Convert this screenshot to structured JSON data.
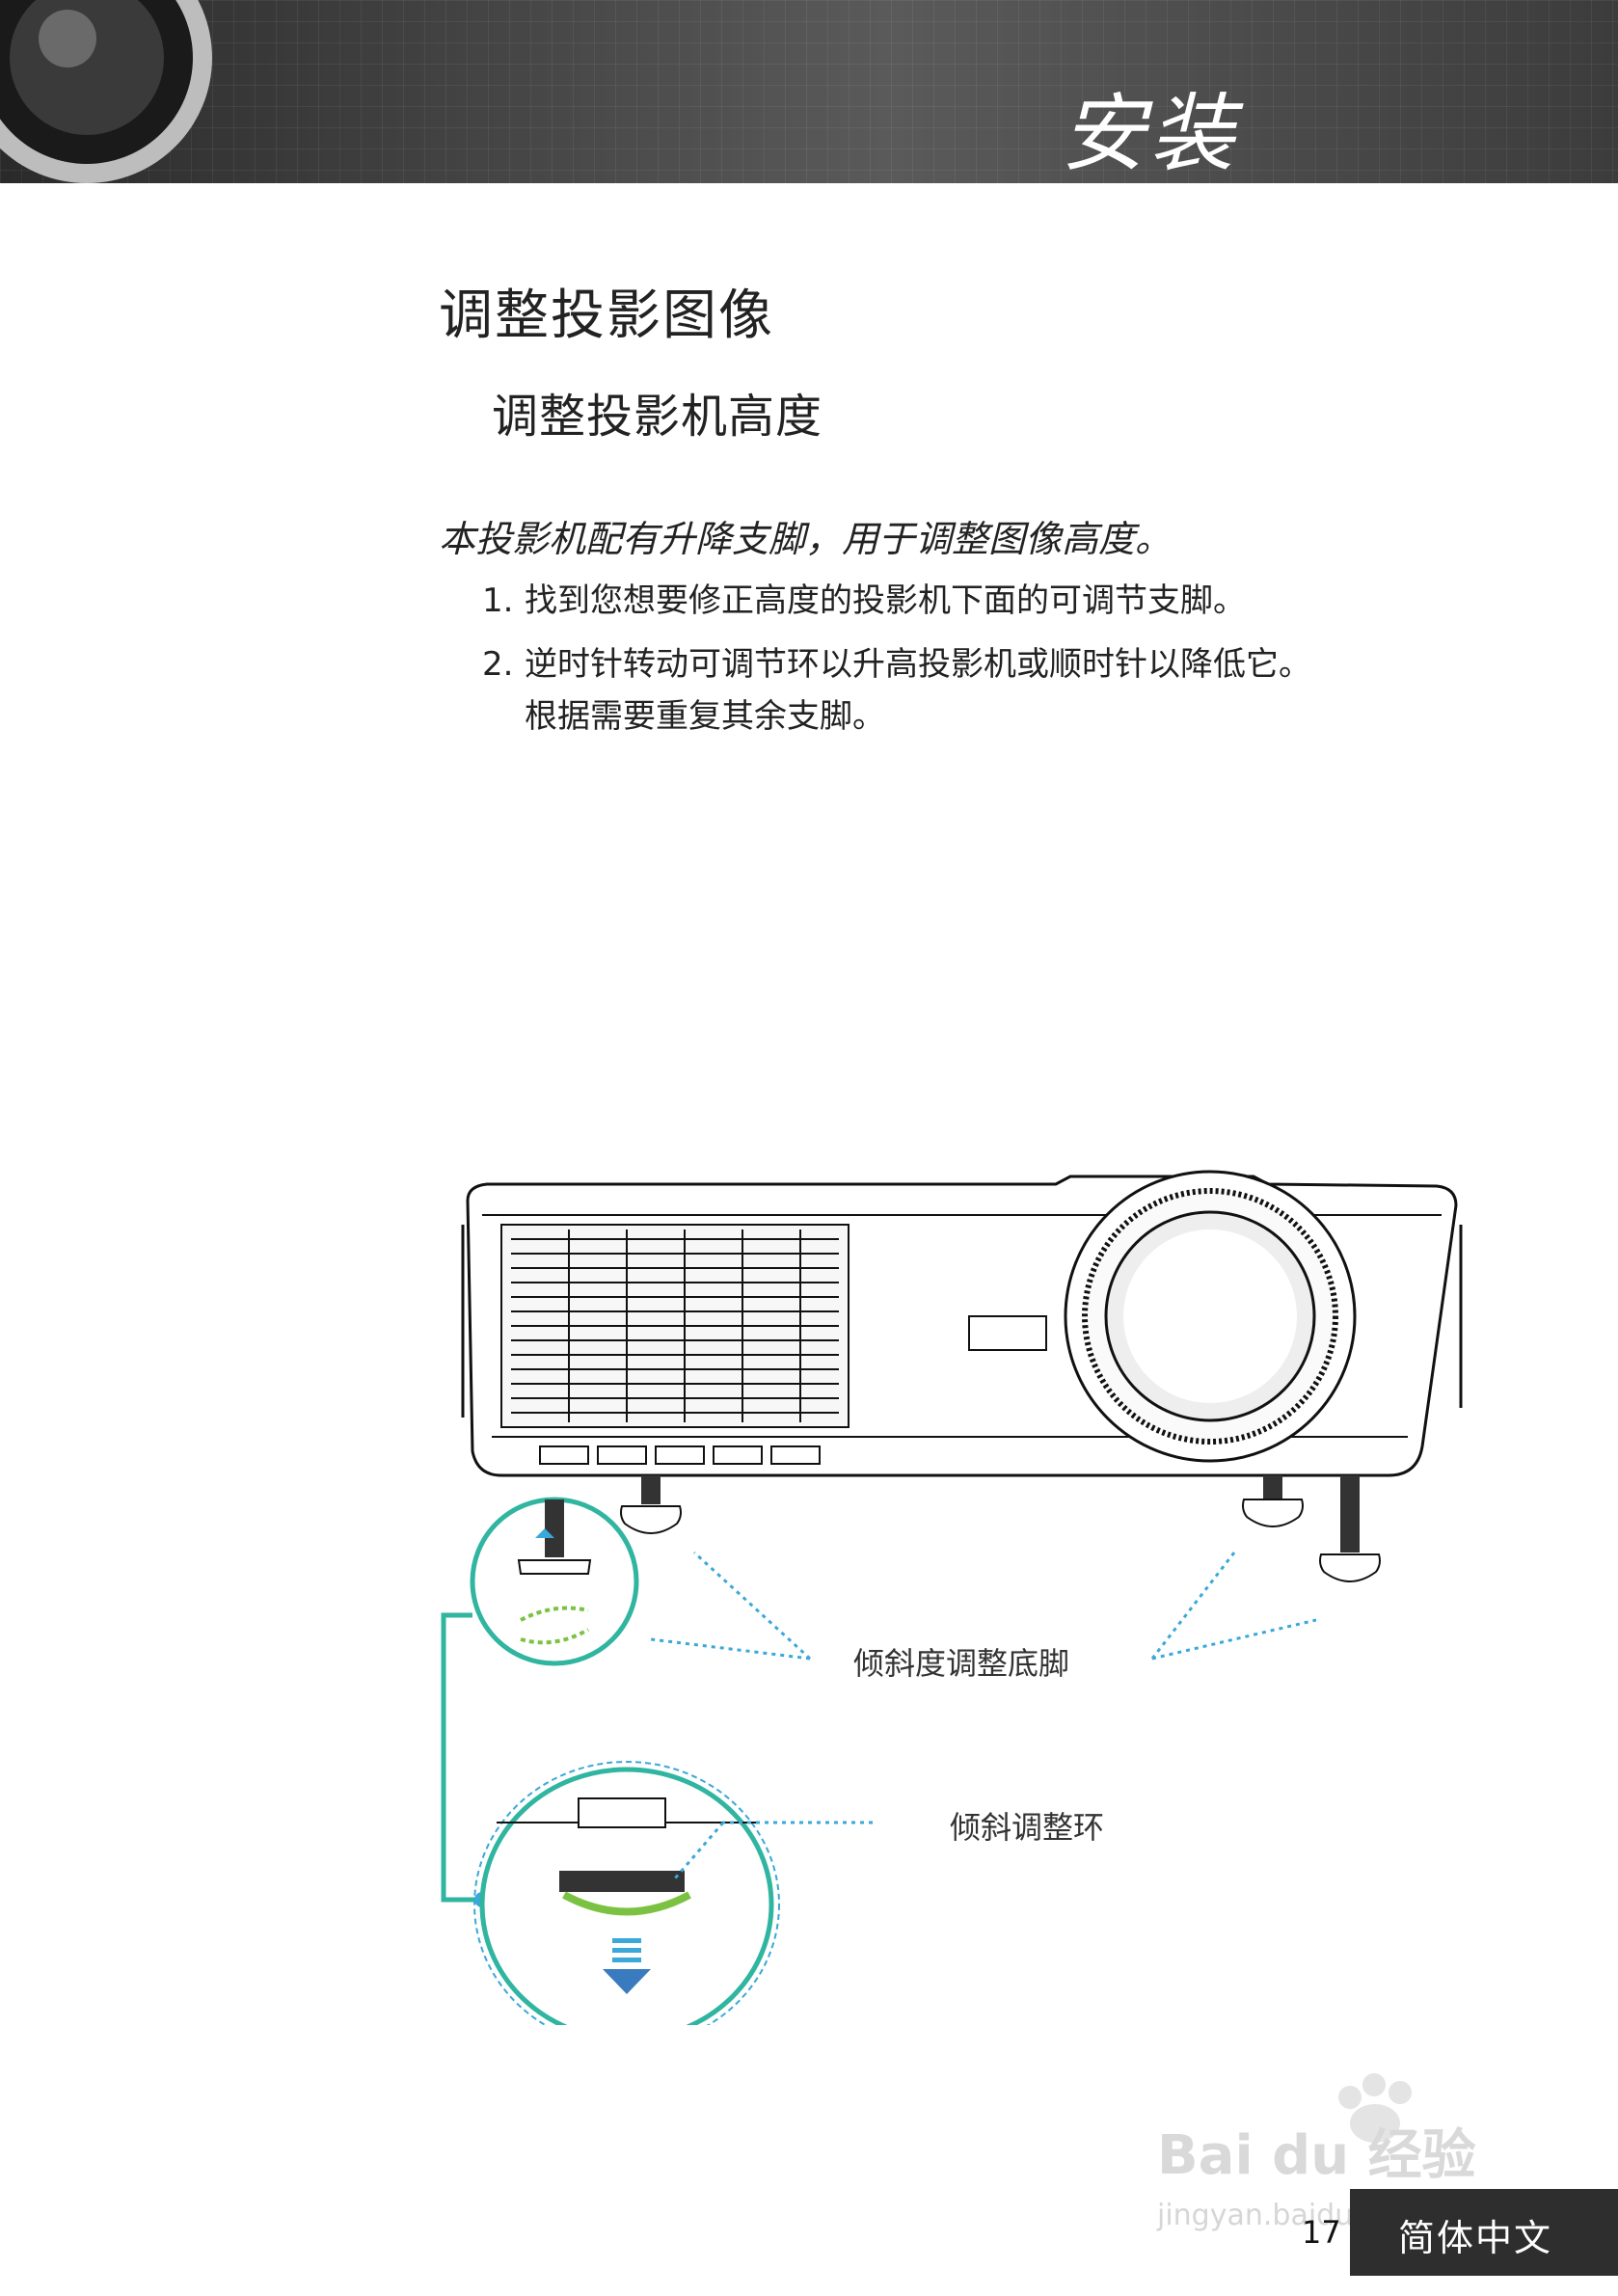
{
  "header": {
    "section_title": "安装"
  },
  "heading": "调整投影图像",
  "subheading": "调整投影机高度",
  "intro": "本投影机配有升降支脚，用于调整图像高度。",
  "steps": [
    {
      "num": "1.",
      "text": "找到您想要修正高度的投影机下面的可调节支脚。"
    },
    {
      "num": "2.",
      "text": "逆时针转动可调节环以升高投影机或顺时针以降低它。",
      "text2": "根据需要重复其余支脚。"
    }
  ],
  "figure": {
    "callout_feet": "倾斜度调整底脚",
    "callout_ring": "倾斜调整环"
  },
  "footer": {
    "page_number": "17",
    "language": "简体中文"
  },
  "watermark": {
    "brand": "Bai du 经验",
    "url": "jingyan.baidu.com"
  },
  "colors": {
    "accent_teal": "#2fb5a0",
    "arrow_blue": "#3aa8d8",
    "arrow_green": "#7cc242",
    "header_dark": "#3c3c3c"
  }
}
